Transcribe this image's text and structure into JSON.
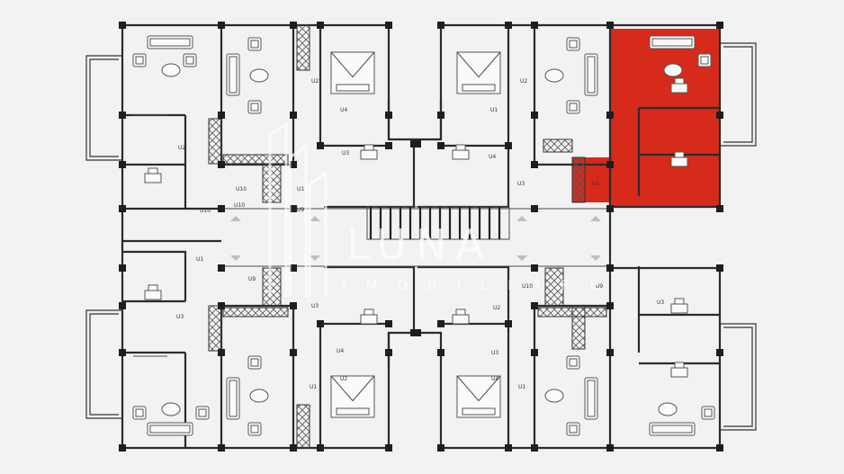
{
  "plan": {
    "watermark": {
      "brand": "LUNA",
      "subtitle": "IMOBILIARE"
    },
    "highlight_color": "#d62a1b",
    "room_labels": [
      "U2",
      "U4",
      "U3",
      "U1",
      "U10",
      "U9",
      "U10",
      "U2",
      "U1",
      "U3",
      "U4",
      "U2",
      "U1",
      "U3",
      "U9",
      "U10",
      "U2",
      "U1",
      "U4",
      "U3",
      "U1",
      "U2",
      "U3",
      "U4",
      "U1",
      "U3",
      "U9",
      "U10"
    ]
  }
}
